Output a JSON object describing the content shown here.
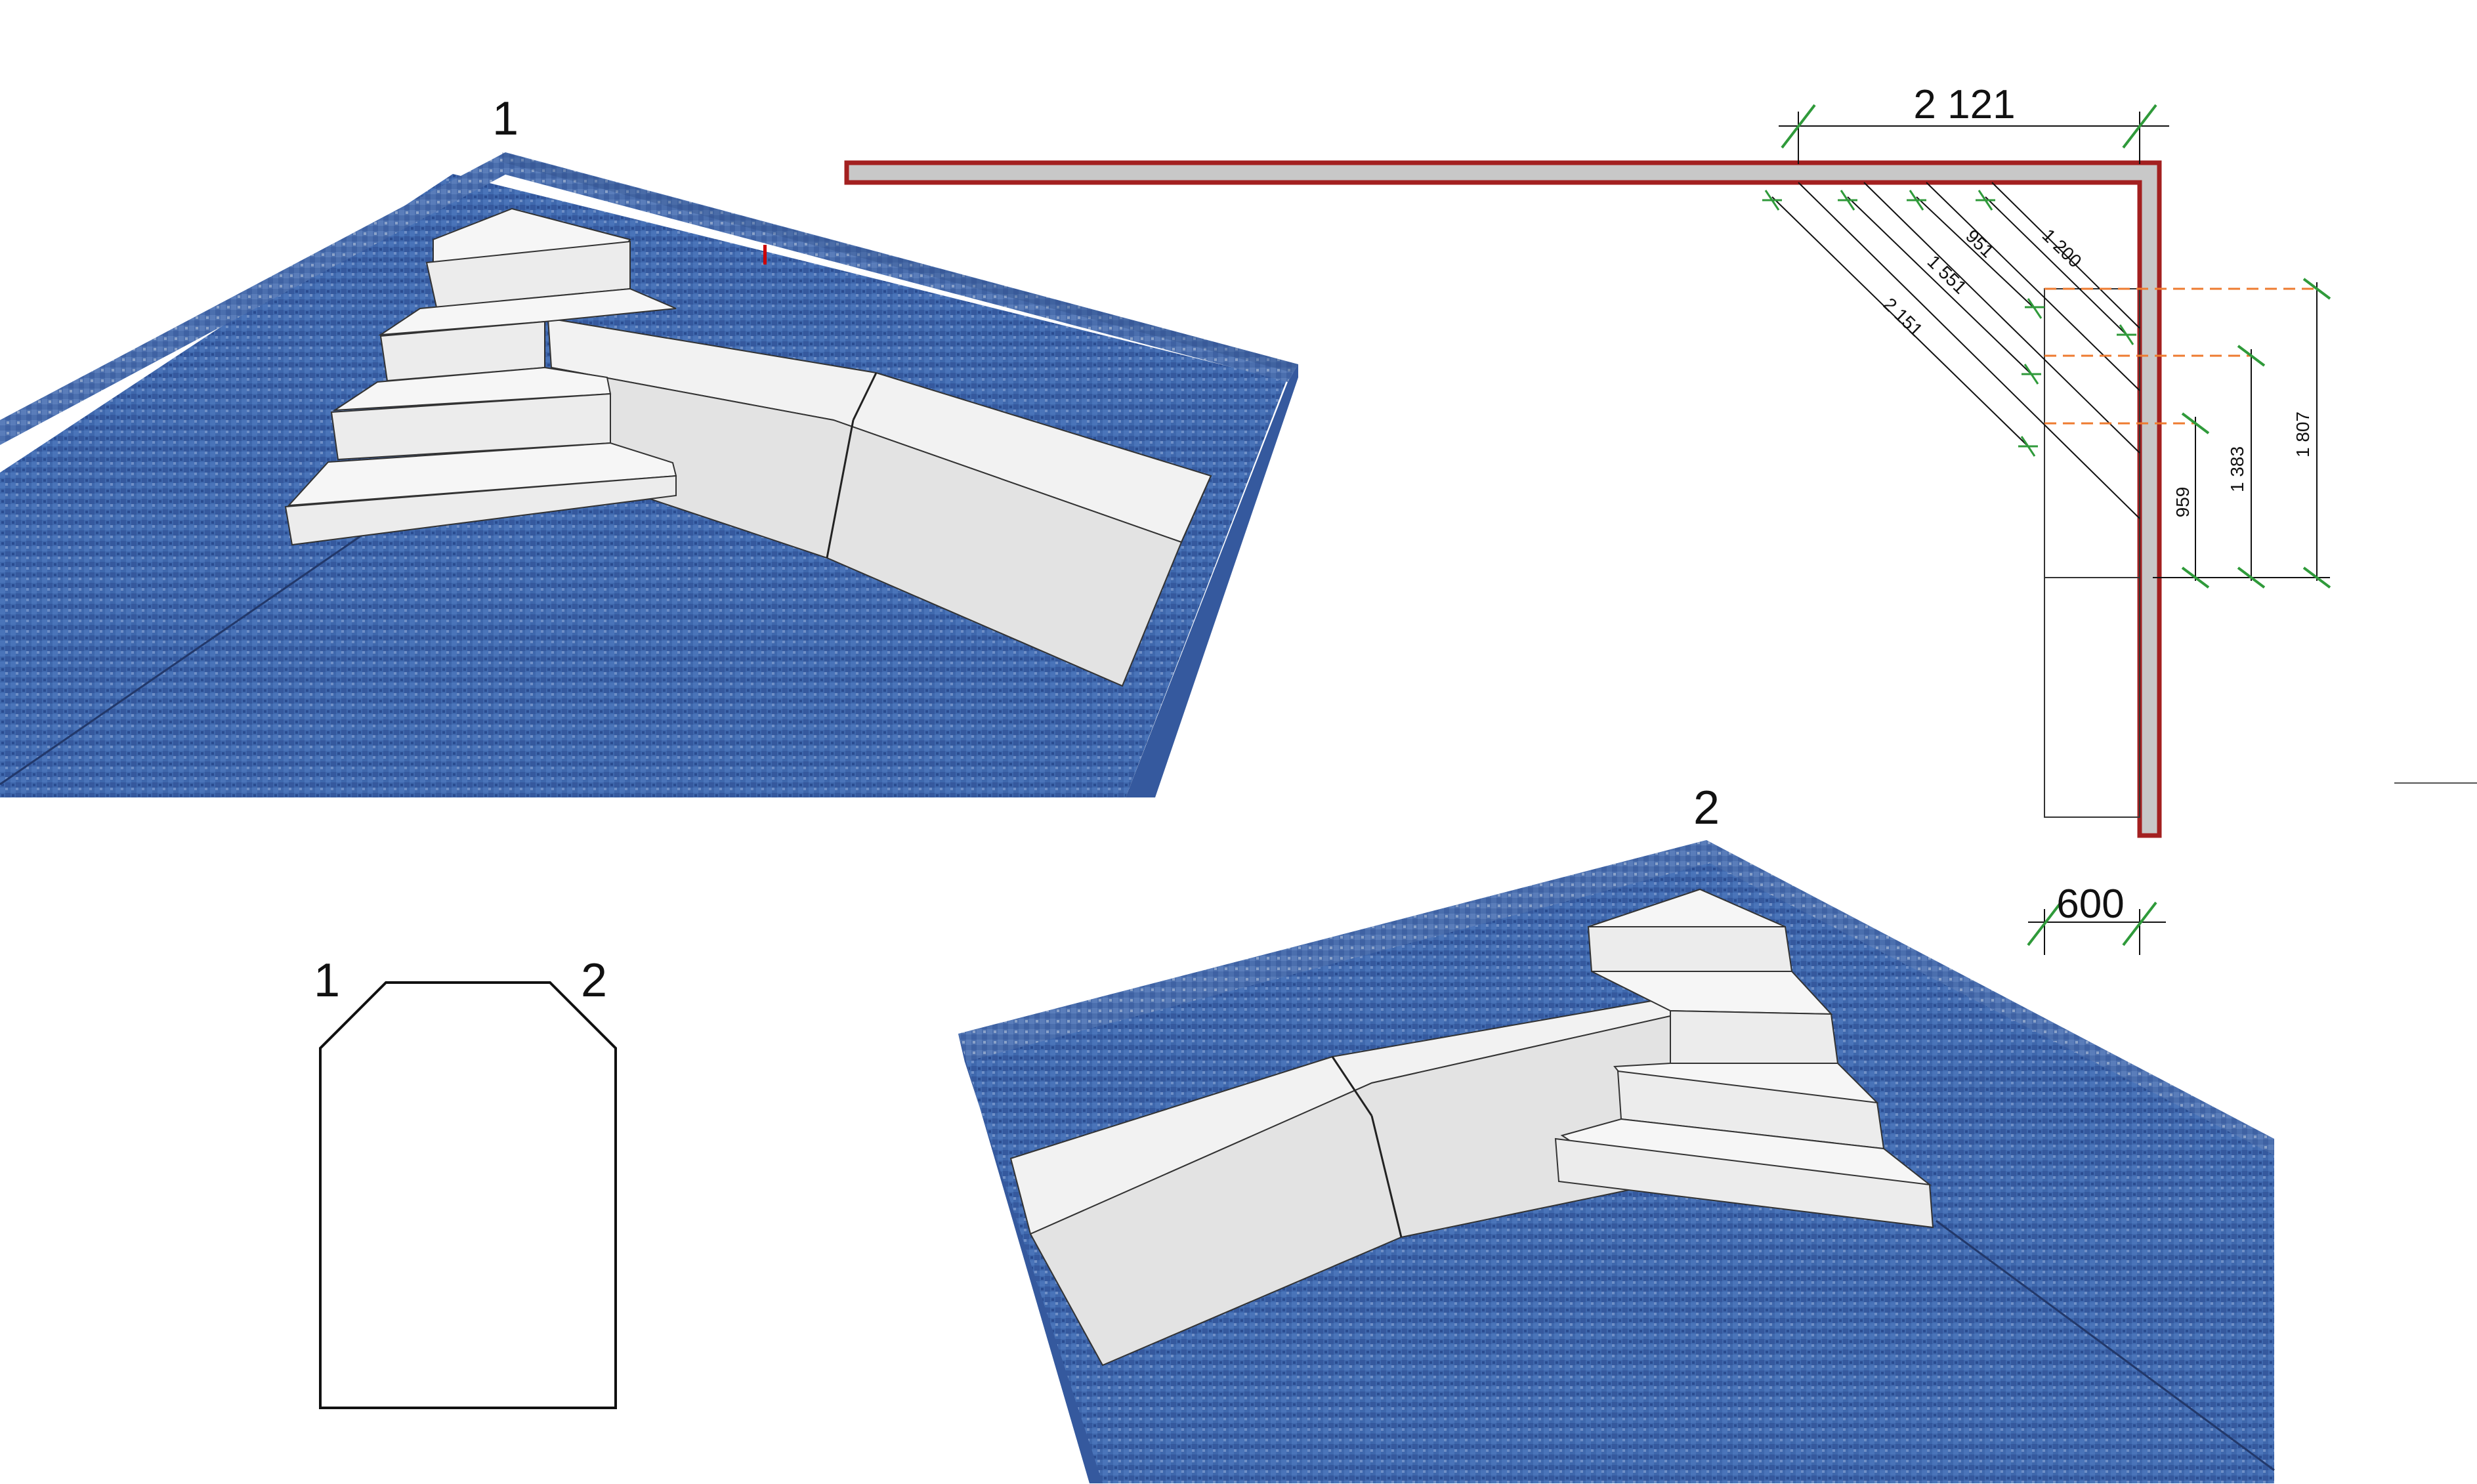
{
  "views": {
    "view_1": {
      "label": "1"
    },
    "view_2": {
      "label": "2"
    }
  },
  "plan_outline": {
    "corner_1": "1",
    "corner_2": "2"
  },
  "dimensions": {
    "top_width": "2 121",
    "bottom_width": "600",
    "diag_1200": "1 200",
    "diag_951": "951",
    "diag_1551": "1 551",
    "diag_2151": "2 151",
    "vert_959": "959",
    "vert_1383": "1 383",
    "vert_1807": "1 807"
  },
  "colors": {
    "pool_tile": "#3f68ad",
    "pool_tile_dark": "#2f5296",
    "step_white": "#f4f4f4",
    "step_shadow": "#dcdcdc",
    "wall_red": "#a32020",
    "wall_fill": "#c8c8c8",
    "dim_green": "#2f9a3a",
    "guide_orange": "#ee7b30"
  }
}
